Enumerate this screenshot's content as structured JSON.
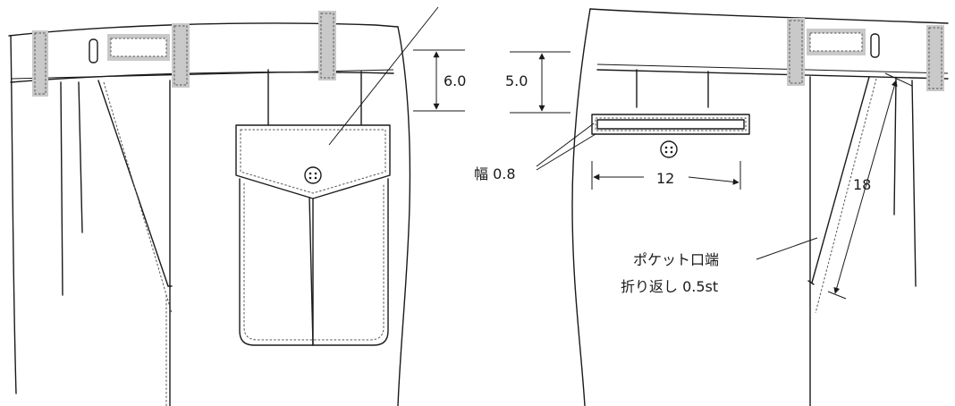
{
  "labels": {
    "flap_depth": "6.0",
    "welt_depth": "5.0",
    "welt_width": "幅 0.8",
    "welt_length": "12",
    "slant_pocket_length": "18",
    "pocket_edge_line1": "ポケット口端",
    "pocket_edge_line2": "折り返し 0.5st"
  }
}
